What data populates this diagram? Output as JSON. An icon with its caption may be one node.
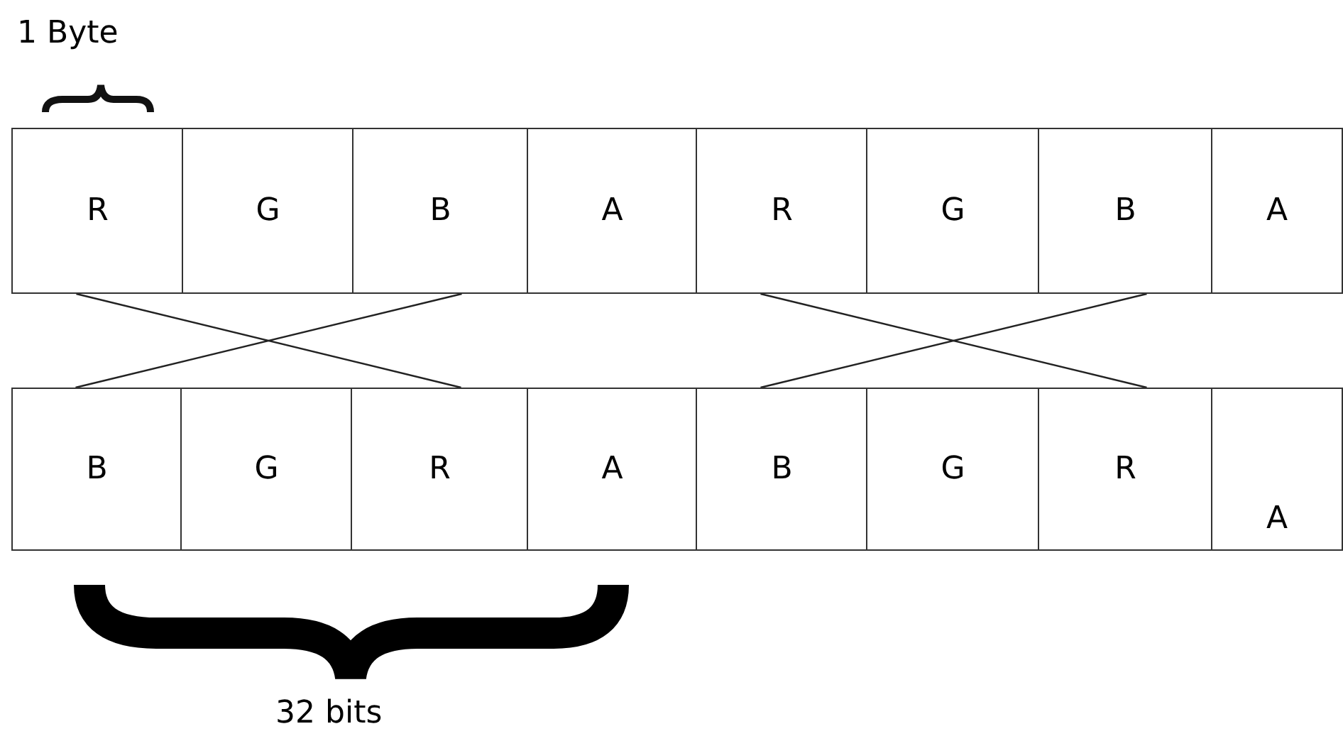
{
  "diagram": {
    "nodes": [
      {
        "text": [
          "R"
        ]
      },
      {
        "text": [
          "G"
        ]
      },
      {
        "text": [
          "B"
        ]
      },
      {
        "text": [
          "A"
        ]
      },
      {
        "text": [
          "R"
        ]
      },
      {
        "text": [
          "G"
        ]
      },
      {
        "text": [
          "B"
        ]
      },
      {
        "text": [
          "A"
        ]
      },
      {
        "text": [
          "B"
        ]
      },
      {
        "text": [
          "G"
        ]
      },
      {
        "text": [
          "R"
        ]
      },
      {
        "text": [
          "A"
        ]
      },
      {
        "text": [
          "B"
        ]
      },
      {
        "text": [
          "G"
        ]
      },
      {
        "text": [
          "R"
        ]
      },
      {
        "text": [
          "A"
        ]
      }
    ],
    "edges": [
      {
        "from": 0,
        "to": 10,
        "arrow": "none"
      },
      {
        "from": 2,
        "to": 8,
        "arrow": "none"
      },
      {
        "from": 4,
        "to": 14,
        "arrow": "none"
      },
      {
        "from": 6,
        "to": 12,
        "arrow": "none"
      }
    ],
    "labels": [
      "1 Byte",
      "32 bits"
    ]
  }
}
